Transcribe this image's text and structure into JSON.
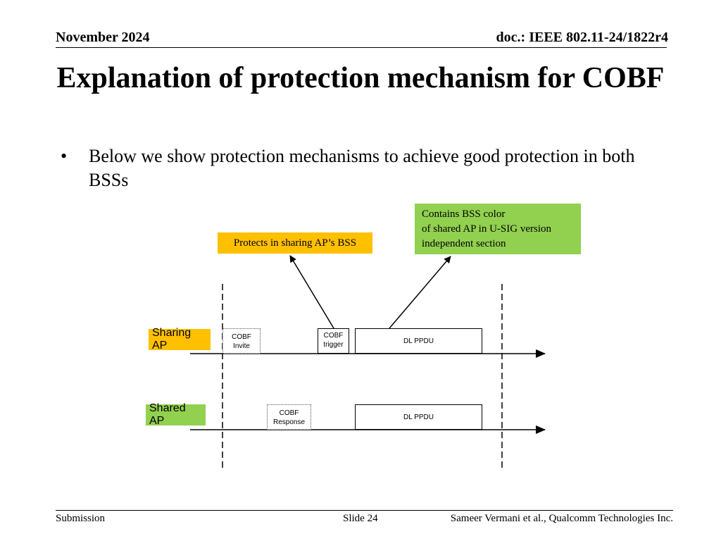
{
  "header": {
    "date": "November 2024",
    "doc_id": "doc.: IEEE 802.11-24/1822r4"
  },
  "slide": {
    "title": "Explanation of protection mechanism for COBF",
    "bullet": "Below we show protection mechanisms to achieve good protection in both BSSs"
  },
  "diagram": {
    "callout_sharing": "Protects in sharing AP’s BSS",
    "callout_shared_lines": [
      "Contains BSS color",
      "of shared AP in U-SIG version",
      "independent section"
    ],
    "sharing_ap_label": "Sharing AP",
    "shared_ap_label": "Shared AP",
    "cobf_invite": [
      "COBF",
      "Invite"
    ],
    "cobf_trigger": [
      "COBF",
      "trigger"
    ],
    "cobf_response": [
      "COBF",
      "Response"
    ],
    "dl_ppdu_1": "DL PPDU",
    "dl_ppdu_2": "DL PPDU",
    "colors": {
      "sharing_highlight": "#ffc000",
      "shared_highlight": "#92d050"
    }
  },
  "footer": {
    "left": "Submission",
    "center": "Slide 24",
    "right": "Sameer Vermani et al., Qualcomm Technologies Inc."
  }
}
